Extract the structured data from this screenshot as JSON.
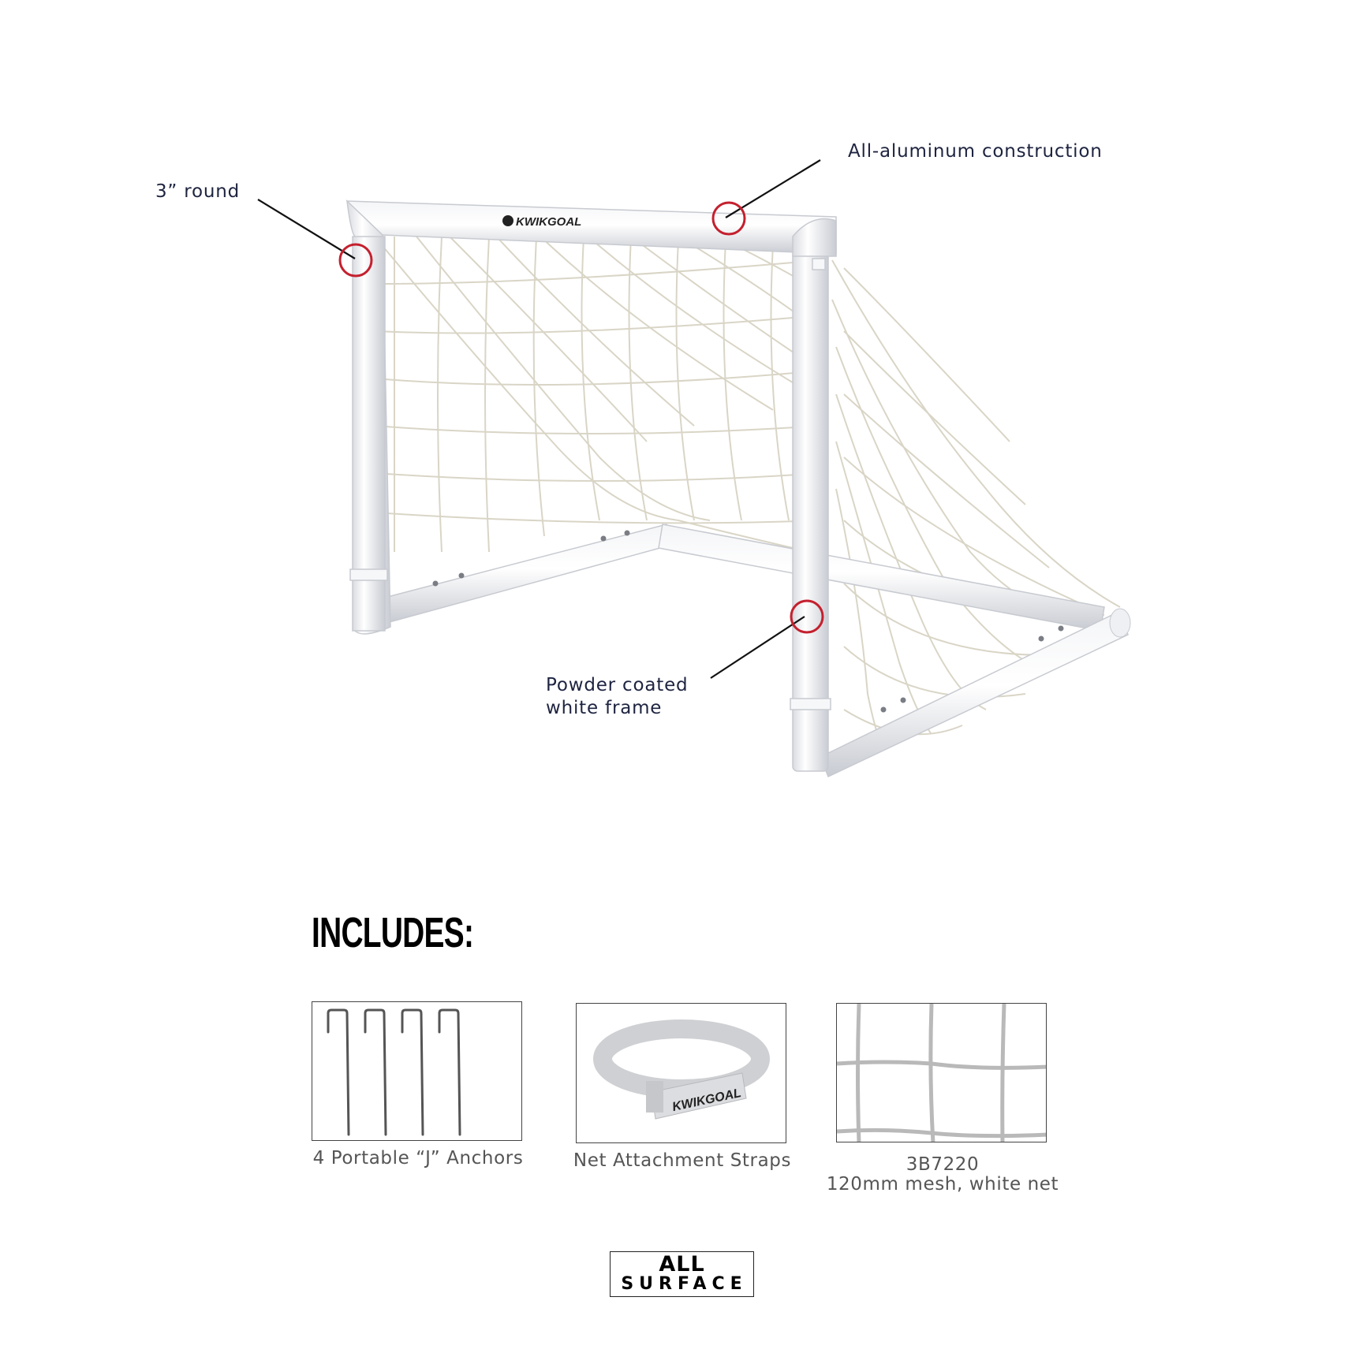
{
  "product_image": {
    "brand_logo_text": "KWIKGOAL",
    "callouts": [
      {
        "id": "round",
        "text": "3” round"
      },
      {
        "id": "aluminum",
        "text": "All-aluminum construction"
      },
      {
        "id": "powder",
        "line1": "Powder coated",
        "line2": "white frame"
      }
    ],
    "highlight_color": "#c4202e",
    "text_color": "#1e2440"
  },
  "includes": {
    "title": "INCLUDES:",
    "items": [
      {
        "name": "anchors",
        "caption": "4 Portable “J” Anchors"
      },
      {
        "name": "straps",
        "caption": "Net Attachment Straps",
        "strap_logo": "KWIKGOAL"
      },
      {
        "name": "net",
        "caption_line1": "3B7220",
        "caption_line2": "120mm mesh, white net"
      }
    ]
  },
  "badge": {
    "line1": "ALL",
    "line2": "SURFACE"
  }
}
